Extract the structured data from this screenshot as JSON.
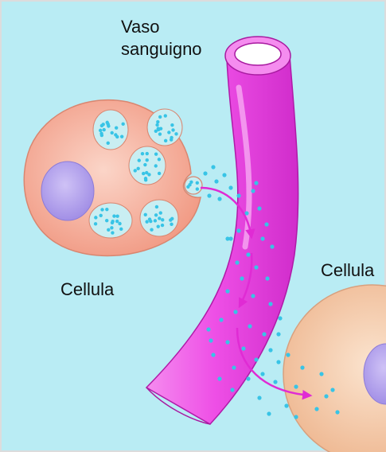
{
  "labels": {
    "blood_vessel": "Vaso\nsanguigno",
    "cell_left": "Cellula",
    "cell_right": "Cellula"
  },
  "colors": {
    "background": "#b9ecf4",
    "border": "#dcdcdc",
    "vessel": "#ee4fe6",
    "vessel_dark": "#c21fba",
    "vessel_light": "#f9b8f5",
    "vessel_lumen": "#ffffff",
    "cell_left_fill": "#f3a795",
    "cell_left_edge": "#d98670",
    "cell_right_fill": "#f2c7a5",
    "cell_right_edge": "#d8a07e",
    "nucleus": "#b8a6ee",
    "vesicle_fill": "#c9eef2",
    "particle": "#38c4e6",
    "arrow": "#e02bd4"
  }
}
